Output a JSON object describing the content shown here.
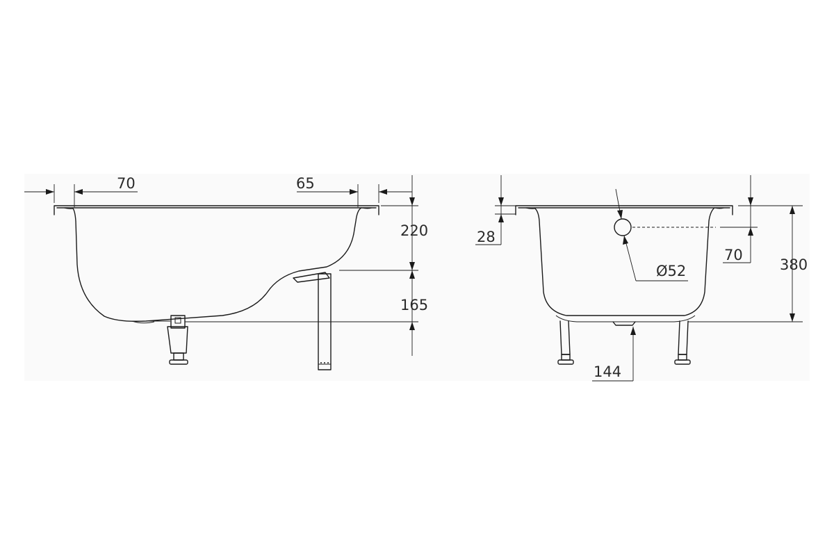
{
  "side_view": {
    "dims": {
      "rim_left": "70",
      "rim_right": "65",
      "upper_height": "220",
      "lower_height": "165"
    }
  },
  "end_view": {
    "dims": {
      "rim_thickness": "28",
      "overflow_height": "70",
      "overflow_diameter": "Ø52",
      "total_height": "380",
      "leg_height": "144"
    }
  }
}
